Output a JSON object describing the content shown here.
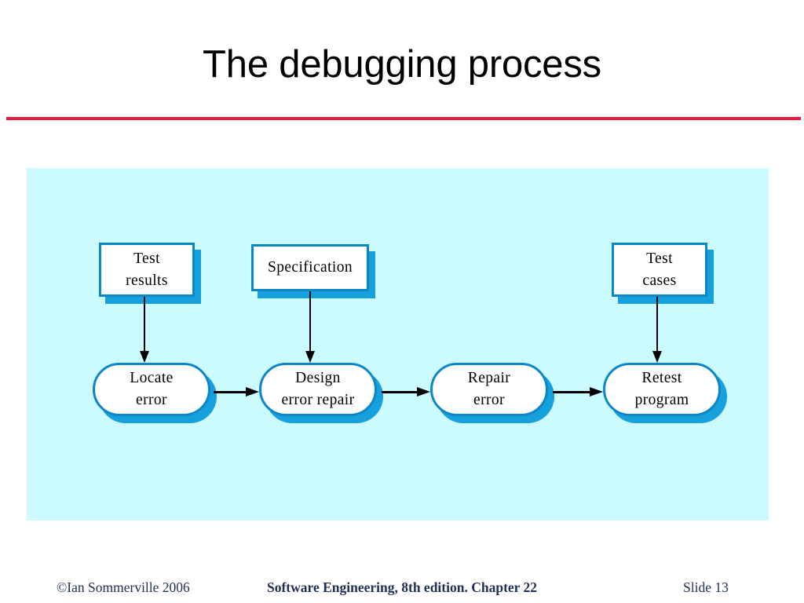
{
  "slide": {
    "title": "The debugging process",
    "accent_rule_color": "#ED1A3B",
    "panel_color": "#CCFBFF",
    "shape_border_color": "#0C86C6",
    "shape_shadow_color": "#16A0DC",
    "shape_fill_color": "#FFFFFF"
  },
  "diagram": {
    "type": "flow",
    "inputs": [
      {
        "line1": "Test",
        "line2": "results"
      },
      {
        "line1": "Specification",
        "line2": ""
      },
      {
        "line1": "Test",
        "line2": "cases"
      }
    ],
    "stages": [
      {
        "line1": "Locate",
        "line2": "error"
      },
      {
        "line1": "Design",
        "line2": "error repair"
      },
      {
        "line1": "Repair",
        "line2": "error"
      },
      {
        "line1": "Retest",
        "line2": "program"
      }
    ]
  },
  "footer": {
    "copyright": "©Ian Sommerville 2006",
    "center": "Software Engineering, 8th edition. Chapter 22",
    "slide_label": "Slide  13"
  }
}
